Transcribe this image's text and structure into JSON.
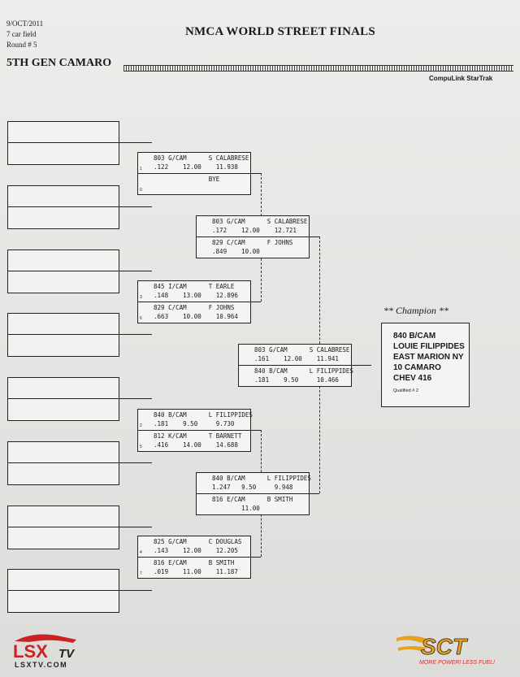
{
  "header": {
    "date": "9/OCT/2011",
    "field": "7 car field",
    "round": "Round # 5",
    "title": "NMCA WORLD STREET FINALS",
    "class_name": "5TH GEN CAMARO",
    "software": "CompuLink StarTrak"
  },
  "round1": [
    {
      "top": {
        "seed": "1",
        "number": "803",
        "class": "G/CAM",
        "driver": "S CALABRESE",
        "rt": ".122",
        "index": "12.00",
        "et": "11.938"
      },
      "bottom": {
        "seed": "0",
        "number": "",
        "class": "",
        "driver": "BYE",
        "rt": "",
        "index": "",
        "et": ""
      }
    },
    {
      "top": {
        "seed": "3",
        "number": "845",
        "class": "I/CAM",
        "driver": "T EARLE",
        "rt": ".148",
        "index": "13.00",
        "et": "12.896"
      },
      "bottom": {
        "seed": "6",
        "number": "829",
        "class": "C/CAM",
        "driver": "F JOHNS",
        "rt": ".663",
        "index": "10.00",
        "et": "10.964"
      }
    },
    {
      "top": {
        "seed": "2",
        "number": "840",
        "class": "B/CAM",
        "driver": "L FILIPPIDES",
        "rt": ".181",
        "index": "9.50",
        "et": "9.730"
      },
      "bottom": {
        "seed": "5",
        "number": "812",
        "class": "K/CAM",
        "driver": "T BARNETT",
        "rt": ".416",
        "index": "14.00",
        "et": "14.688"
      }
    },
    {
      "top": {
        "seed": "4",
        "number": "825",
        "class": "G/CAM",
        "driver": "C DOUGLAS",
        "rt": ".143",
        "index": "12.00",
        "et": "12.205"
      },
      "bottom": {
        "seed": "7",
        "number": "816",
        "class": "E/CAM",
        "driver": "B SMITH",
        "rt": ".019",
        "index": "11.00",
        "et": "11.187"
      }
    }
  ],
  "round2": [
    {
      "top": {
        "number": "803",
        "class": "G/CAM",
        "driver": "S CALABRESE",
        "rt": ".172",
        "index": "12.00",
        "et": "12.721"
      },
      "bottom": {
        "number": "829",
        "class": "C/CAM",
        "driver": "F JOHNS",
        "rt": ".849",
        "index": "10.00",
        "et": ""
      }
    },
    {
      "top": {
        "number": "840",
        "class": "B/CAM",
        "driver": "L FILIPPIDES",
        "rt": "1.247",
        "index": "9.50",
        "et": "9.948"
      },
      "bottom": {
        "number": "816",
        "class": "E/CAM",
        "driver": "B SMITH",
        "rt": "",
        "index": "11.00",
        "et": ""
      }
    }
  ],
  "final": {
    "top": {
      "number": "803",
      "class": "G/CAM",
      "driver": "S CALABRESE",
      "rt": ".161",
      "index": "12.00",
      "et": "11.941"
    },
    "bottom": {
      "number": "840",
      "class": "B/CAM",
      "driver": "L FILIPPIDES",
      "rt": ".181",
      "index": "9.50",
      "et": "10.466"
    }
  },
  "champion": {
    "label": "** Champion **",
    "lines": [
      "840  B/CAM",
      "LOUIE FILIPPIDES",
      "EAST MARION NY",
      "10 CAMARO",
      "CHEV 416"
    ],
    "qualified": "Qualified # 2"
  },
  "logos": {
    "lsx_brand": "LSX",
    "lsx_tv": "TV",
    "lsx_url": "LSXTV.COM",
    "sct_brand": "SCT",
    "sct_tagline": "MORE POWER! LESS FUEL!"
  },
  "colors": {
    "lsx_red": "#cc2222",
    "sct_orange": "#e8a020"
  }
}
